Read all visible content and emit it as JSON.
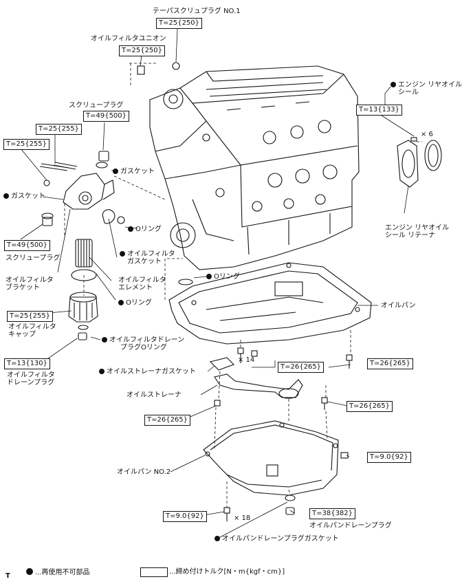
{
  "callouts": {
    "taper_screw_plug": "テーパスクリュプラグ NO.1",
    "taper_screw_plug_torque": "T=25{250}",
    "oil_filter_union": "オイルフィルタユニオン",
    "oil_filter_union_torque": "T=25{250}",
    "screw_plug_top": "スクリュープラグ",
    "screw_plug_top_torque": "T=49{500}",
    "bolt_torque_a": "T=25{255}",
    "bolt_torque_b": "T=25{255}",
    "gasket_top": "ガスケット",
    "gasket_left": "ガスケット",
    "screw_plug_bottom_torque": "T=49{500}",
    "screw_plug_bottom": "スクリュープラグ",
    "o_ring_union": "Oリング",
    "oil_filter_gasket_1": "オイルフィルタ",
    "oil_filter_gasket_2": "ガスケット",
    "oil_filter_bracket_1": "オイルフィルタ",
    "oil_filter_bracket_2": "ブラケット",
    "oil_filter_element_1": "オイルフィルタ",
    "oil_filter_element_2": "エレメント",
    "o_ring_element": "Oリング",
    "oil_filter_cap_torque": "T=25{255}",
    "oil_filter_cap_1": "オイルフィルタ",
    "oil_filter_cap_2": "キャップ",
    "drain_plug_o_ring_1": "オイルフィルタドレーン",
    "drain_plug_o_ring_2": "プラグOリング",
    "filter_drain_plug_torque": "T=13{130}",
    "filter_drain_plug_1": "オイルフィルタ",
    "filter_drain_plug_2": "ドレーンプラグ",
    "rear_oil_seal_1": "エンジン リヤオイル",
    "rear_oil_seal_2": "シール",
    "rear_retainer_torque": "T=13{133}",
    "x6": "× 6",
    "rear_retainer_1": "エンジン リヤオイル",
    "rear_retainer_2": "シール リテーナ",
    "o_ring_block": "Oリング",
    "oil_pan": "オイルパン",
    "x14": "× 14",
    "pan_bolt_torque": "T=26{265}",
    "pan_bolt_torque_right": "T=26{265}",
    "strainer_gasket": "オイルストレーナガスケット",
    "oil_strainer": "オイルストレーナ",
    "strainer_bolt_torque_left": "T=26{265}",
    "strainer_bolt_torque_right": "T=26{265}",
    "pan2_nut_torque": "T=9.0{92}",
    "oil_pan_no2": "オイルパン NO.2",
    "pan2_bolt_torque": "T=9.0{92}",
    "x18": "× 18",
    "pan_drain_plug_torque": "T=38{382}",
    "pan_drain_plug": "オイルパンドレーンプラグ",
    "pan_drain_gasket": "オイルパンドレーンプラグガスケット"
  },
  "legend": {
    "marker": "T",
    "non_reusable": "...再使用不可部品",
    "torque": "...締め付けトルク[N・m{kgf・cm}]"
  }
}
